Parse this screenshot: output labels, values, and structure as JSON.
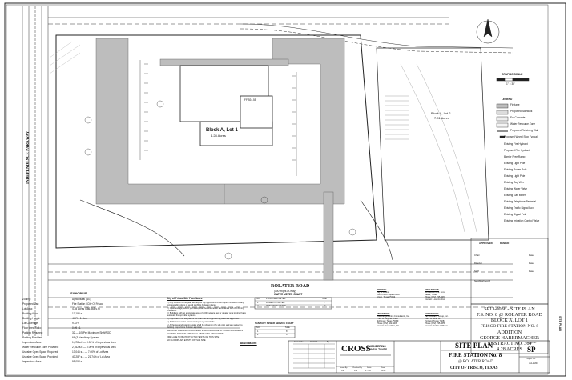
{
  "street_left": "INDEPENDENCE PARKWAY",
  "road_bottom": {
    "name": "ROLATER ROAD",
    "row": "(100' Right-of-Way)"
  },
  "lot_center": {
    "title": "Block A, Lot 1",
    "acres": "4.28 Acres"
  },
  "lot_right": {
    "title": "Block A, Lot 2",
    "acres": "7.91 Acres"
  },
  "ffe": "FF 924.55",
  "scale_label": "GRAPHIC SCALE",
  "scale_units": "1\" = 30'",
  "legend": {
    "title": "LEGEND",
    "items": [
      "Firelane",
      "Proposed Sidewalk",
      "Ex. Concrete",
      "Water Resource Zone",
      "Proposed Retaining Wall",
      "Proposed Wheel Stop Typical",
      "Existing Fire Hydrant",
      "Proposed Fire Hydrant",
      "Barrier Free Ramp",
      "Existing Light Pole",
      "Existing Power Pole",
      "Existing Light Pole",
      "Existing Guy Wire",
      "Existing Water Valve",
      "Existing Gas Meter",
      "Existing Telephone Pedestal",
      "Existing Traffic Signal Box",
      "Existing Signal Pole",
      "Existing Irrigation Control Valve"
    ]
  },
  "synopsis": {
    "title": "SYNOPSIS",
    "rows": [
      {
        "label": "Zoning:",
        "value": "Agricultural (AG)"
      },
      {
        "label": "Proposed Use:",
        "value": "Fire Station / City Of Frisco"
      },
      {
        "label": "Lot Area:",
        "value": "4.28 Acres (186,368 s.f.)"
      },
      {
        "label": "Building Area:",
        "value": "17,190 s.f."
      },
      {
        "label": "Building Height:",
        "value": "44 Ft / 1 story"
      },
      {
        "label": "Lot Coverage:",
        "value": "9.22%"
      },
      {
        "label": "Floor Area Ratio:",
        "value": "0.09 : 1"
      },
      {
        "label": "Parking Required:",
        "value": "32 — 1/5 Per Maximum Shift/POD"
      },
      {
        "label": "Parking Provided:",
        "value": "66 (3 Handicap Spaces)"
      },
      {
        "label": "Impervious Area:",
        "value": "1,878 s.f. — 0.00% of Impervious Area"
      },
      {
        "label": "Water Resource Zone Provided:",
        "value": "2,162 s.f. — 0.00% of Impervious Area"
      },
      {
        "label": "Useable Open Space Required:",
        "value": "13,046 s.f. — 7.00% of Lot Area"
      },
      {
        "label": "Useable Open Space Provided:",
        "value": "40,287 s.f. — 21.74% of Lot Area"
      },
      {
        "label": "Impervious Area:",
        "value": "95,054 s.f."
      }
    ]
  },
  "notes_title": "City of Frisco Site Plan Notes",
  "notes": [
    "1.) Any revision to this plan will require city approval and will require revisions to any corresponding plans to avoid conflicts between plans.",
    "2.) Open storage, where permitted, shall be screened in accordance with the Zoning Ordinance.",
    "3.) Buildings with an aggregate area of 5,000 square feet or greater on a lot shall have automatic fire sprinkler systems.",
    "4.) Approval of the site plan is not final until all engineering plans are approved.",
    "5.) All fire lanes to be constructed per city standards.",
    "6.) All fences and retaining walls shall be shown on the site plan and are subject to Building Inspections Division approval."
  ],
  "handicap_note": "HANDICAP PARKING IS PROVIDED IN ACCORDANCE WITH ADA STANDARDS",
  "lighting_note": "LIGHTING FOR THE SITE SHALL MEET CITY STANDARDS",
  "fire_note": "FIRE LANE TO BE PROTECTED TESTS ON THIS SITE",
  "no_floodplain": "NO FLOODPLAIN EXISTS ON THIS SITE",
  "meter_chart": {
    "title": "WATER METER CHART",
    "headers": [
      "NO.",
      "PROPOSED METER",
      "SIZE"
    ],
    "rows": [
      [
        "1",
        "DOMESTIC METER",
        "2\""
      ],
      [
        "2",
        "IRRIGATION METER",
        "2\""
      ]
    ]
  },
  "sewer_chart": {
    "title": "SANITARY SEWER SERVICE CHART",
    "headers": [
      "NO.",
      "SIZE"
    ],
    "rows": [
      [
        "1",
        "6\""
      ],
      [
        "2",
        "6\""
      ]
    ]
  },
  "owner": {
    "title": "OWNER:",
    "lines": [
      "City of Frisco",
      "6101 Frisco Square Blvd",
      "Frisco, Texas 75034"
    ]
  },
  "architect": {
    "title": "ARCHITECT:",
    "lines": [
      "Architect Phone: xxxx",
      "Dallas, Texas",
      "Phone (972) 235-4363",
      "Contact: Lorenzo Ruiz"
    ]
  },
  "engineer": {
    "title": "ENGINEER:",
    "lines": [
      "Cross Engineering Consultants, Inc.",
      "1720 W. Virginia Street",
      "McKinney, Texas 75069",
      "Phone (972) 562-4409",
      "Contact: Kevin Wier, P.E."
    ]
  },
  "surveyor": {
    "title": "SURVEYOR:",
    "lines": [
      "Pat McAdams Group, Inc.",
      "1925 W. Sixth St.",
      "Portland, Texas 75081",
      "Phone (972) 235-5655",
      "Contact: Debbie Williams"
    ]
  },
  "benchmark_title": "BENCHMARK:",
  "approval": {
    "title": "APPROVED",
    "title2": "DENIED",
    "rows": [
      {
        "label": "Chair",
        "date_label": "Date"
      },
      {
        "label": "Director",
        "date_label": "Date"
      },
      {
        "label": "Staff",
        "date_label": "Date"
      }
    ],
    "neighborhood_label": "Neighborhood #"
  },
  "project_box": {
    "lines": [
      "SP13-0036 - SITE PLAN",
      "F.S. NO. 8 @ ROLATER ROAD",
      "BLOCK A, LOT 1",
      "FRISCO FIRE STATION NO. 8",
      "ADDITION",
      "GEORGE HABERMACHER",
      "ABSTRACT NO. 364",
      "4.28 ACRES"
    ]
  },
  "revision_table": {
    "headers": [
      "Issue Date",
      "Revision",
      "By"
    ]
  },
  "firm": {
    "name": "CROSS",
    "sub": "ENGINEERING CONSULTANTS"
  },
  "title_block": {
    "sheet_title": "SITE PLAN",
    "project": "FIRE STATION No. 8",
    "location": "@ ROLATER ROAD",
    "city": "CITY OF FRISCO, TEXAS",
    "sheet_no_label": "Sheet No.",
    "sheet_no": "SP",
    "project_no_label": "Project No.",
    "project_no": "13-105"
  },
  "drawn_row": [
    {
      "label": "Drawn By",
      "value": "CW"
    },
    {
      "label": "Checked By",
      "value": "KW"
    },
    {
      "label": "Scale",
      "value": "1\"=30'"
    },
    {
      "label": "Date",
      "value": "11/13"
    }
  ],
  "side_label": "SITE PLAN",
  "colors": {
    "firelane": "#bdbdbd",
    "line": "#222222",
    "water_zone": "#e8e8e8"
  }
}
